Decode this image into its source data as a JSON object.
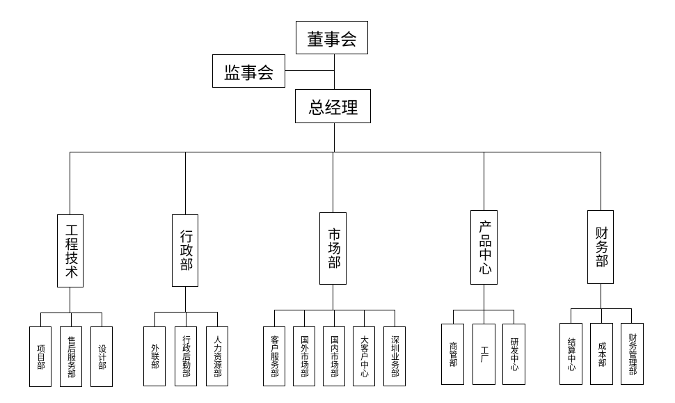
{
  "top": {
    "board": "董事会",
    "supervisors": "监事会",
    "gm": "总经理"
  },
  "departments": [
    {
      "name": "工程技术",
      "subs": [
        "项目部",
        "售后服务部",
        "设计部"
      ]
    },
    {
      "name": "行政部",
      "subs": [
        "外联部",
        "行政后勤部",
        "人力资源部"
      ]
    },
    {
      "name": "市场部",
      "subs": [
        "客户服务部",
        "国外市场部",
        "国内市场部",
        "大客户中心",
        "深圳业务部"
      ]
    },
    {
      "name": "产品中心",
      "subs": [
        "商管部",
        "工厂",
        "研发中心"
      ]
    },
    {
      "name": "财务部",
      "subs": [
        "结算中心",
        "成本部",
        "财务管理部"
      ]
    }
  ]
}
